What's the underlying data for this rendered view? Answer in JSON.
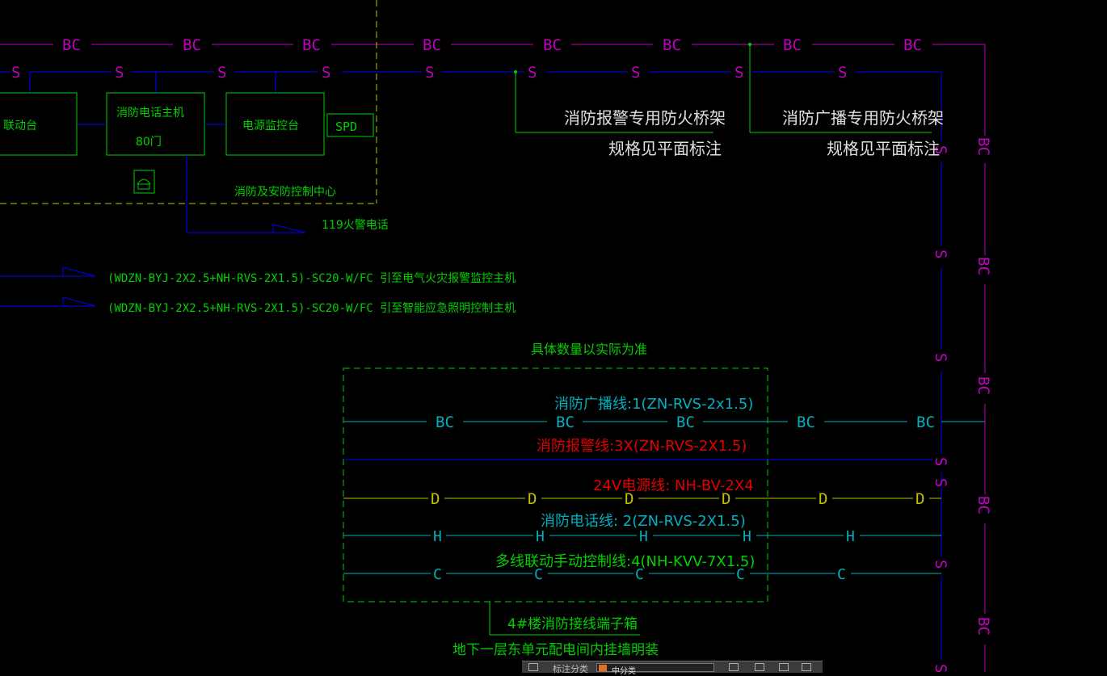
{
  "colors": {
    "background": "#000000",
    "magenta": "#c000c0",
    "green": "#00d000",
    "cyan": "#00b0c0",
    "blue": "#0000ff",
    "red": "#e00000",
    "yellow": "#c0c000",
    "white": "#e0e0e0"
  },
  "bc_label": "BC",
  "s_label": "S",
  "equipment": {
    "linkage_console": "联动台",
    "phone_host": "消防电话主机",
    "phone_host_ports": "80门",
    "power_monitor": "电源监控台",
    "spd": "SPD",
    "control_center": "消防及安防控制中心",
    "fire_alarm_phone": "119火警电话"
  },
  "feeds": [
    "(WDZN-BYJ-2X2.5+NH-RVS-2X1.5)-SC20-W/FC  引至电气火灾报警监控主机",
    "(WDZN-BYJ-2X2.5+NH-RVS-2X1.5)-SC20-W/FC  引至智能应急照明控制主机"
  ],
  "tray_notes": {
    "alarm_tray": "消防报警专用防火桥架",
    "broadcast_tray": "消防广播专用防火桥架",
    "spec_note": "规格见平面标注"
  },
  "legend": {
    "quantity_note": "具体数量以实际为准",
    "broadcast_line": "消防广播线:1(ZN-RVS-2x1.5)",
    "alarm_line": "消防报警线:3X(ZN-RVS-2X1.5)",
    "power_line": "24V电源线: NH-BV-2X4",
    "phone_line": "消防电话线: 2(ZN-RVS-2X1.5)",
    "control_line": "多线联动手动控制线:4(NH-KVV-7X1.5)",
    "d_label": "D",
    "h_label": "H",
    "c_label": "C"
  },
  "terminal_box": {
    "name": "4#楼消防接线端子箱",
    "location": "地下一层东单元配电间内挂墙明装"
  },
  "taskbar": {
    "label": "标注分类",
    "layer_value": "中分类"
  }
}
